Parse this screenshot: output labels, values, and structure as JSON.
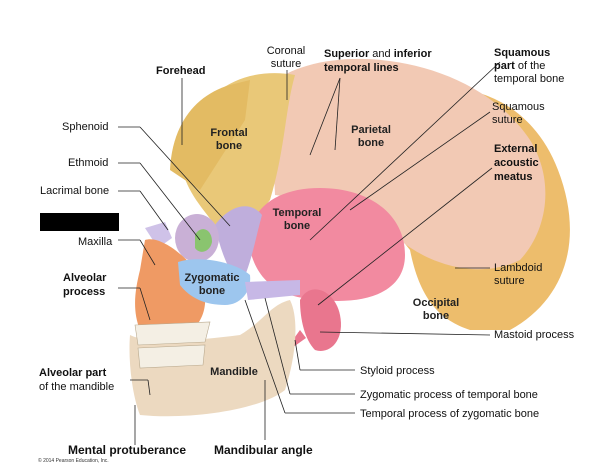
{
  "left_labels": {
    "forehead": "Forehead",
    "sphenoid": "Sphenoid",
    "ethmoid": "Ethmoid",
    "lacrimal": "Lacrimal bone",
    "maxilla": "Maxilla",
    "alveolar_1": "Alveolar",
    "alveolar_2": "process",
    "alv_mand_1": "Alveolar part",
    "alv_mand_2": "of the mandible",
    "mental": "Mental protuberance",
    "mand_angle": "Mandibular angle"
  },
  "top_labels": {
    "coronal_1": "Coronal",
    "coronal_2": "suture",
    "sup_bold": "Superior",
    "sup_and": " and ",
    "sup_inf": "inferior",
    "sup_line2": "temporal lines",
    "squam_part_1": "Squamous",
    "squam_part_2b": "part",
    "squam_part_2": " of the",
    "squam_part_3": "temporal bone"
  },
  "right_labels": {
    "squam_suture_1": "Squamous",
    "squam_suture_2": "suture",
    "ext_1": "External",
    "ext_2": "acoustic",
    "ext_3": "meatus",
    "lambdoid_1": "Lambdoid",
    "lambdoid_2": "suture",
    "mastoid": "Mastoid process",
    "styloid": "Styloid process",
    "zyg_temporal": "Zygomatic process of temporal bone",
    "temp_zyg": "Temporal process of zygomatic bone"
  },
  "bone_labels": {
    "frontal_1": "Frontal",
    "frontal_2": "bone",
    "parietal_1": "Parietal",
    "parietal_2": "bone",
    "temporal_1": "Temporal",
    "temporal_2": "bone",
    "zygomatic_1": "Zygomatic",
    "zygomatic_2": "bone",
    "occipital_1": "Occipital",
    "occipital_2": "bone",
    "mandible": "Mandible"
  },
  "copyright": "© 2014 Pearson Education, Inc.",
  "colors": {
    "frontal": "#e9c878",
    "parietal": "#f2c9b4",
    "temporal": "#f28aa0",
    "occipital": "#edbd6c",
    "zygomatic": "#9dc6ee",
    "maxilla": "#ef9a64",
    "mandible": "#ecd9c0",
    "sphenoid": "#bfaedc",
    "ethmoid": "#8ac46f",
    "lacrimal": "#cfc2e8"
  }
}
